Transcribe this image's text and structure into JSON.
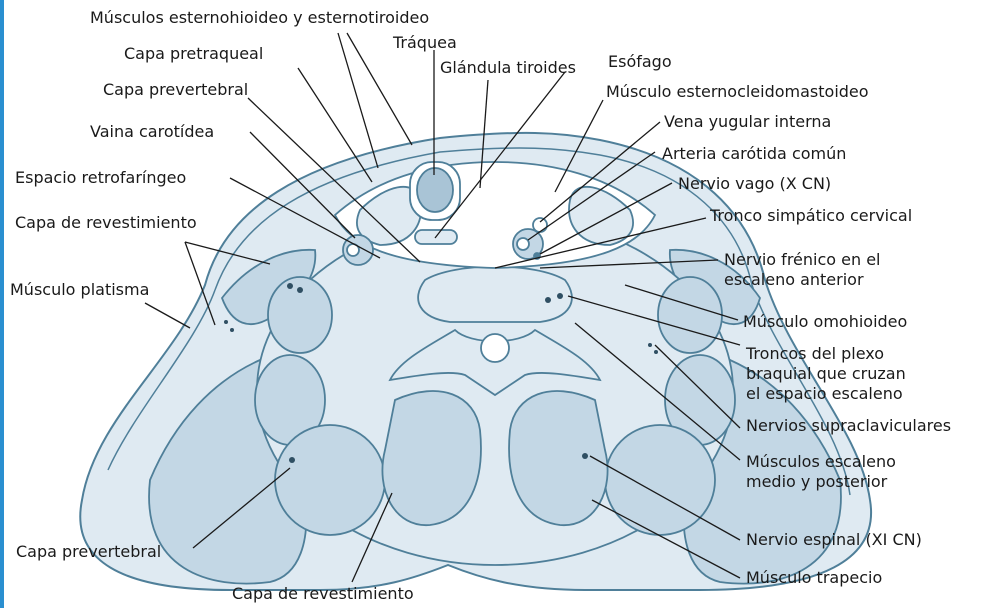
{
  "colors": {
    "accent_edge": "#2a8fd0",
    "outline": "#4f7f99",
    "fill_light": "#dfeaf2",
    "fill_mid": "#c3d7e5",
    "fill_dark": "#a9c4d6",
    "leader": "#1a1a1a",
    "text": "#1a1a1a"
  },
  "labels": {
    "esternohioideo": "Músculos esternohioideo y esternotiroideo",
    "traquea": "Tráquea",
    "pretraqueal": "Capa pretraqueal",
    "glandula": "Glándula tiroides",
    "esofago": "Esófago",
    "prevertebral_top": "Capa prevertebral",
    "ecm": "Músculo esternocleidomastoideo",
    "yugular": "Vena yugular interna",
    "vaina": "Vaina carotídea",
    "carotida": "Arteria carótida común",
    "retrofaringeo": "Espacio retrofaríngeo",
    "vago": "Nervio vago (X CN)",
    "revestimiento_top": "Capa de revestimiento",
    "simpatico": "Tronco simpático cervical",
    "frenico_1": "Nervio frénico en el",
    "frenico_2": "escaleno anterior",
    "platisma": "Músculo platisma",
    "omohioideo": "Músculo omohioideo",
    "plexo_1": "Troncos del plexo",
    "plexo_2": "braquial que cruzan",
    "plexo_3": "el espacio escaleno",
    "supraclaviculares": "Nervios supraclaviculares",
    "escalenos_1": "Músculos escaleno",
    "escalenos_2": "medio y posterior",
    "espinal": "Nervio espinal (XI CN)",
    "prevertebral_bottom": "Capa prevertebral",
    "trapecio": "Músculo trapecio",
    "revestimiento_bottom": "Capa de revestimiento"
  }
}
